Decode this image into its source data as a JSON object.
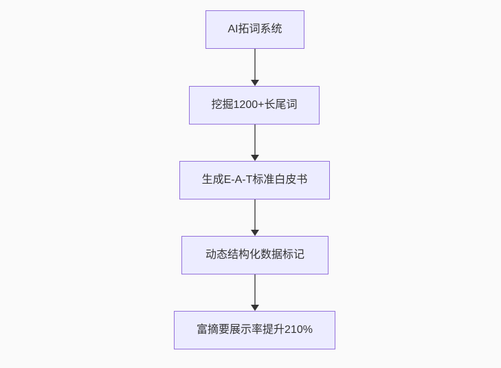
{
  "diagram": {
    "type": "flowchart",
    "direction": "top-down",
    "colors": {
      "background": "#fafafa",
      "node_fill": "#ececff",
      "node_border": "#9370db",
      "edge_line": "#777777",
      "arrowhead": "#333333",
      "text": "#333333"
    },
    "nodes": [
      {
        "label": "AI拓词系统"
      },
      {
        "label": "挖掘1200+长尾词"
      },
      {
        "label": "生成E-A-T标准白皮书"
      },
      {
        "label": "动态结构化数据标记"
      },
      {
        "label": "富摘要展示率提升210%"
      }
    ],
    "edges": [
      {
        "from": 0,
        "to": 1
      },
      {
        "from": 1,
        "to": 2
      },
      {
        "from": 2,
        "to": 3
      },
      {
        "from": 3,
        "to": 4
      }
    ]
  }
}
